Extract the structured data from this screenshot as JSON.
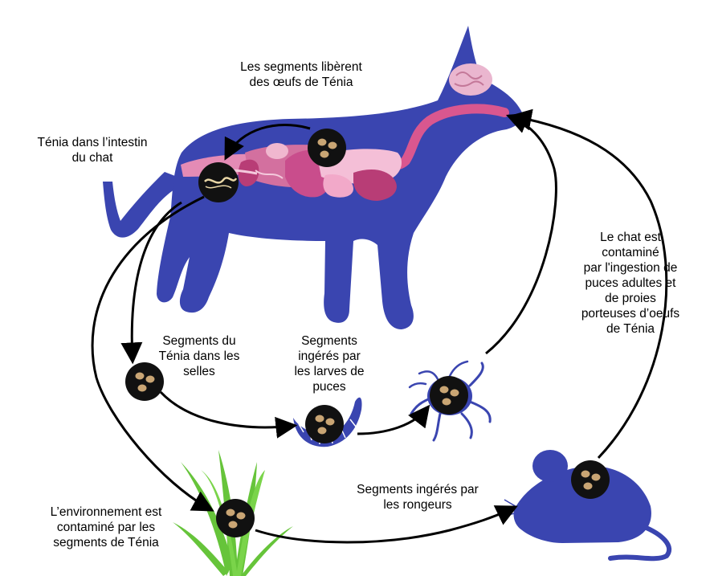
{
  "colors": {
    "body": "#3a45b0",
    "organ_pink": "#e48bb5",
    "organ_magenta": "#c94d8c",
    "organ_dark": "#b83d76",
    "egg_ring": "#111111",
    "egg_fill": "#c9a574",
    "grass": "#66c43a",
    "arrow": "#000000"
  },
  "labels": {
    "eggs_released": [
      "Les segments libèrent",
      "des œufs de Ténia"
    ],
    "tapeworm_intestine": [
      "Ténia dans l’intestin",
      "du chat"
    ],
    "cat_contaminated": [
      "Le chat est",
      "contaminé",
      "par l'ingestion de",
      "puces adultes et",
      "de proies",
      "porteuses d’oeufs",
      "de Ténia"
    ],
    "segments_stool": [
      "Segments du",
      "Ténia dans les",
      "selles"
    ],
    "segments_larvae": [
      "Segments",
      "ingérés par",
      "les larves de",
      "puces"
    ],
    "segments_rodents": [
      "Segments ingérés par",
      "les rongeurs"
    ],
    "environment": [
      "L’environnement est",
      "contaminé par les",
      "segments de Ténia"
    ]
  }
}
